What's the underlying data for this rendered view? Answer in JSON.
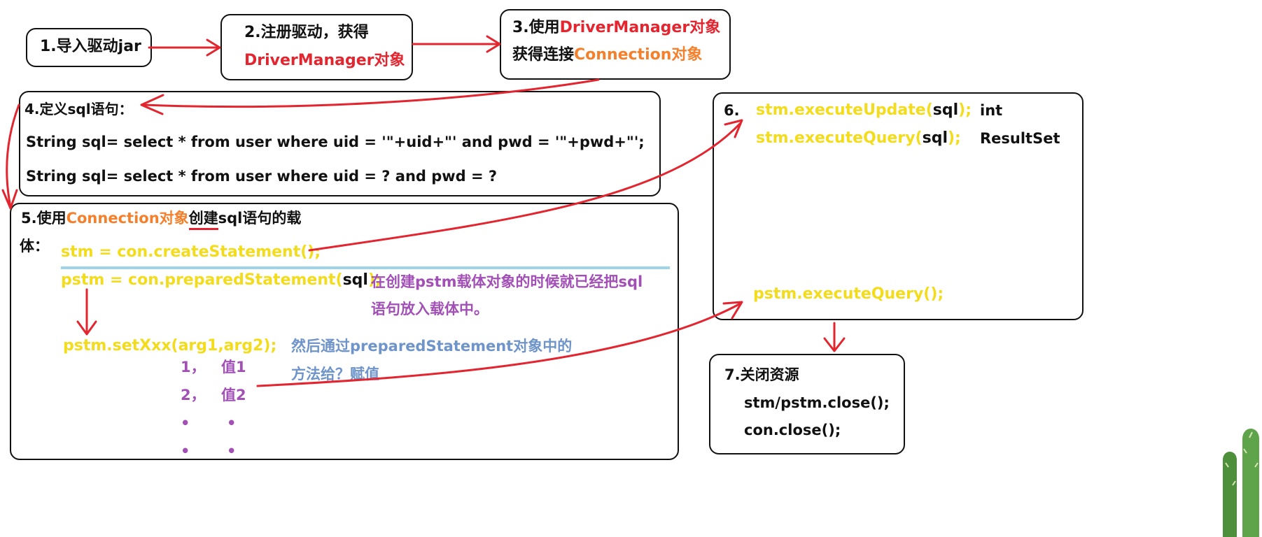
{
  "step1": {
    "label": "1.导入驱动jar"
  },
  "step2": {
    "line1": "2.注册驱动，获得",
    "line2": "DriverManager对象"
  },
  "step3": {
    "line1_prefix": "3.使用",
    "line1_highlight": "DriverManager对象",
    "line2_prefix": "获得连接",
    "line2_highlight": "Connection对象"
  },
  "step4": {
    "title": "4.定义sql语句：",
    "sql1": "String sql= select * from user where uid = '\"+uid+\"'  and  pwd = '\"+pwd+\"';",
    "sql2": "String sql= select * from user where uid = ? and pwd = ?"
  },
  "step5": {
    "title_prefix": "5.使用",
    "title_highlight": "Connection对象",
    "title_underlined": "创建",
    "title_suffix": "sql语句的载",
    "title_line2": "体：",
    "stm_line": "stm = con.createStatement();",
    "pstm_prefix": "pstm = con.preparedStatement(",
    "pstm_arg": "sql",
    "pstm_suffix": ");",
    "note1_line1": "在创建pstm载体对象的时候就已经把sql",
    "note1_line2": "语句放入载体中。",
    "setxxx": "pstm.setXxx(arg1,arg2);",
    "note2_line1": "然后通过preparedStatement对象中的",
    "note2_line2": "方法给？赋值",
    "params": [
      {
        "index": "1，",
        "value": "值1"
      },
      {
        "index": "2，",
        "value": "值2"
      },
      {
        "index": "•",
        "value": "•"
      },
      {
        "index": "•",
        "value": "•"
      }
    ]
  },
  "step6": {
    "number": "6.",
    "update_prefix": "stm.executeUpdate(",
    "update_arg": "sql",
    "update_suffix": ");",
    "update_type": "int",
    "query_prefix": "stm.executeQuery(",
    "query_arg": "sql",
    "query_suffix": ");",
    "query_type": "ResultSet",
    "pquery": "pstm.executeQuery();"
  },
  "step7": {
    "title": "7.关闭资源",
    "line1": "stm/pstm.close();",
    "line2": "con.close();"
  },
  "colors": {
    "red": "#e3252f",
    "orange": "#f5802c",
    "yellow": "#f2dc1c",
    "purple": "#a24fb6",
    "blue": "#6e94c9",
    "underline_blue": "#9fd3ea"
  }
}
